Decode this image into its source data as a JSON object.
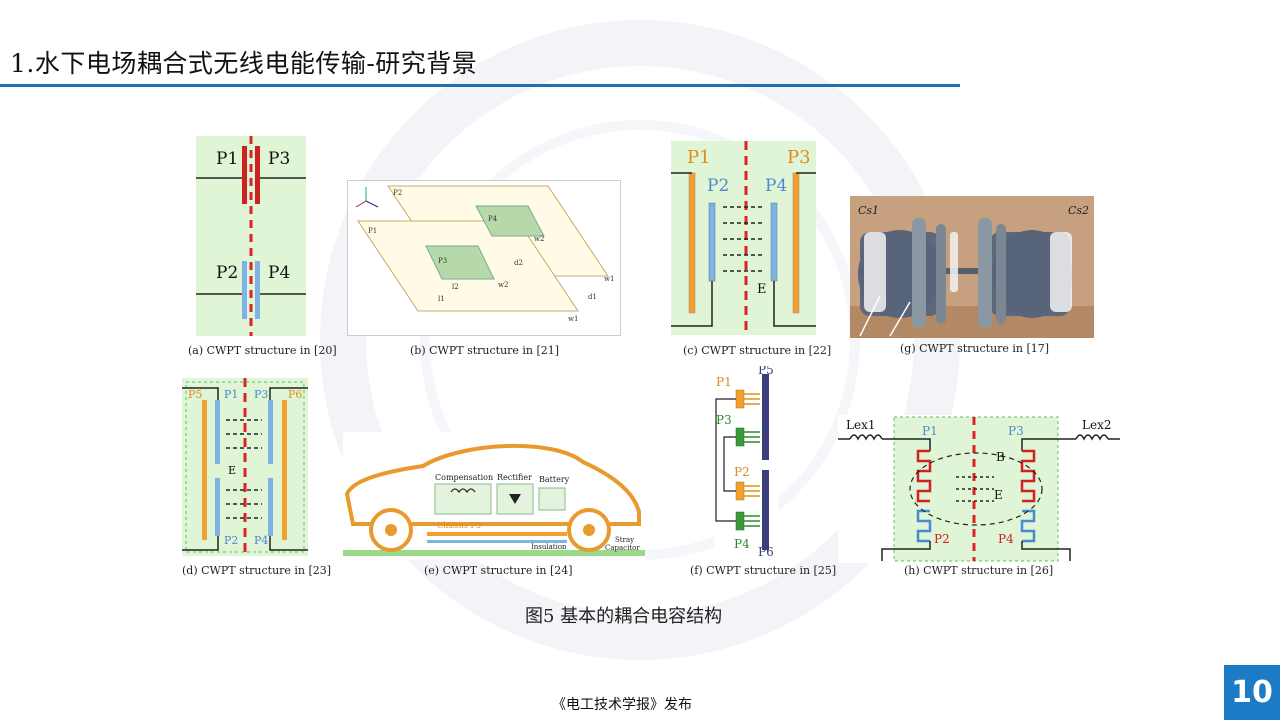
{
  "slide": {
    "title": "1.水下电场耦合式无线电能传输-研究背景",
    "page_number": "10",
    "footer": "《电工技术学报》发布",
    "figure_caption": "图5 基本的耦合电容结构"
  },
  "panels": {
    "a": {
      "caption": "(a) CWPT structure in [20]",
      "labels": [
        "P1",
        "P3",
        "P2",
        "P4"
      ]
    },
    "b": {
      "caption": "(b) CWPT structure in [21]",
      "labels": [
        "P2",
        "P4",
        "P1",
        "P3",
        "w2",
        "d2",
        "w1",
        "d1",
        "w1",
        "l2",
        "l1",
        "w2"
      ]
    },
    "c": {
      "caption": "(c) CWPT structure in [22]",
      "labels": [
        "P1",
        "P3",
        "P2",
        "P4",
        "E"
      ]
    },
    "g": {
      "caption": "(g) CWPT structure in [17]",
      "labels": [
        "Cs1",
        "Cs2"
      ]
    },
    "d": {
      "caption": "(d) CWPT structure in [23]",
      "labels": [
        "P5",
        "P1",
        "P3",
        "P6",
        "E",
        "P2",
        "P4"
      ]
    },
    "e": {
      "caption": "(e) CWPT structure in [24]",
      "labels": [
        "Compensation",
        "Rectifier",
        "Battery",
        "Chassis P3",
        "Insulation",
        "Stray",
        "Capacitor"
      ]
    },
    "f": {
      "caption": "(f) CWPT structure in [25]",
      "labels": [
        "P1",
        "P5",
        "P3",
        "P2",
        "P4",
        "P6"
      ]
    },
    "h": {
      "caption": "(h) CWPT structure in [26]",
      "labels": [
        "Lex1",
        "Lex2",
        "P1",
        "P3",
        "B",
        "E",
        "P2",
        "P4"
      ]
    }
  },
  "colors": {
    "accent_rule": "#1f6fb2",
    "page_box": "#1b7bc4",
    "plate_red": "#cc2222",
    "plate_blue": "#7fb2e5",
    "plate_orange": "#f0a030",
    "panel_green": "#dff5d5"
  }
}
